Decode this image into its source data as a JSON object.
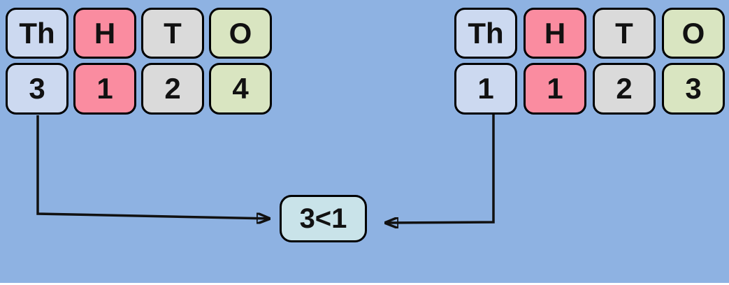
{
  "palette": {
    "background": "#8eb2e2",
    "thousands": "#ccd9f0",
    "hundreds": "#fa8ca0",
    "tens": "#dadada",
    "ones": "#d9e5c1",
    "comparison_box": "#c9e3e9",
    "outline": "#000000",
    "arrow": "#111111"
  },
  "left_number": {
    "headers": [
      "Th",
      "H",
      "T",
      "O"
    ],
    "digits": [
      "3",
      "1",
      "2",
      "4"
    ]
  },
  "right_number": {
    "headers": [
      "Th",
      "H",
      "T",
      "O"
    ],
    "digits": [
      "1",
      "1",
      "2",
      "3"
    ]
  },
  "comparison": {
    "label": "3<1"
  }
}
